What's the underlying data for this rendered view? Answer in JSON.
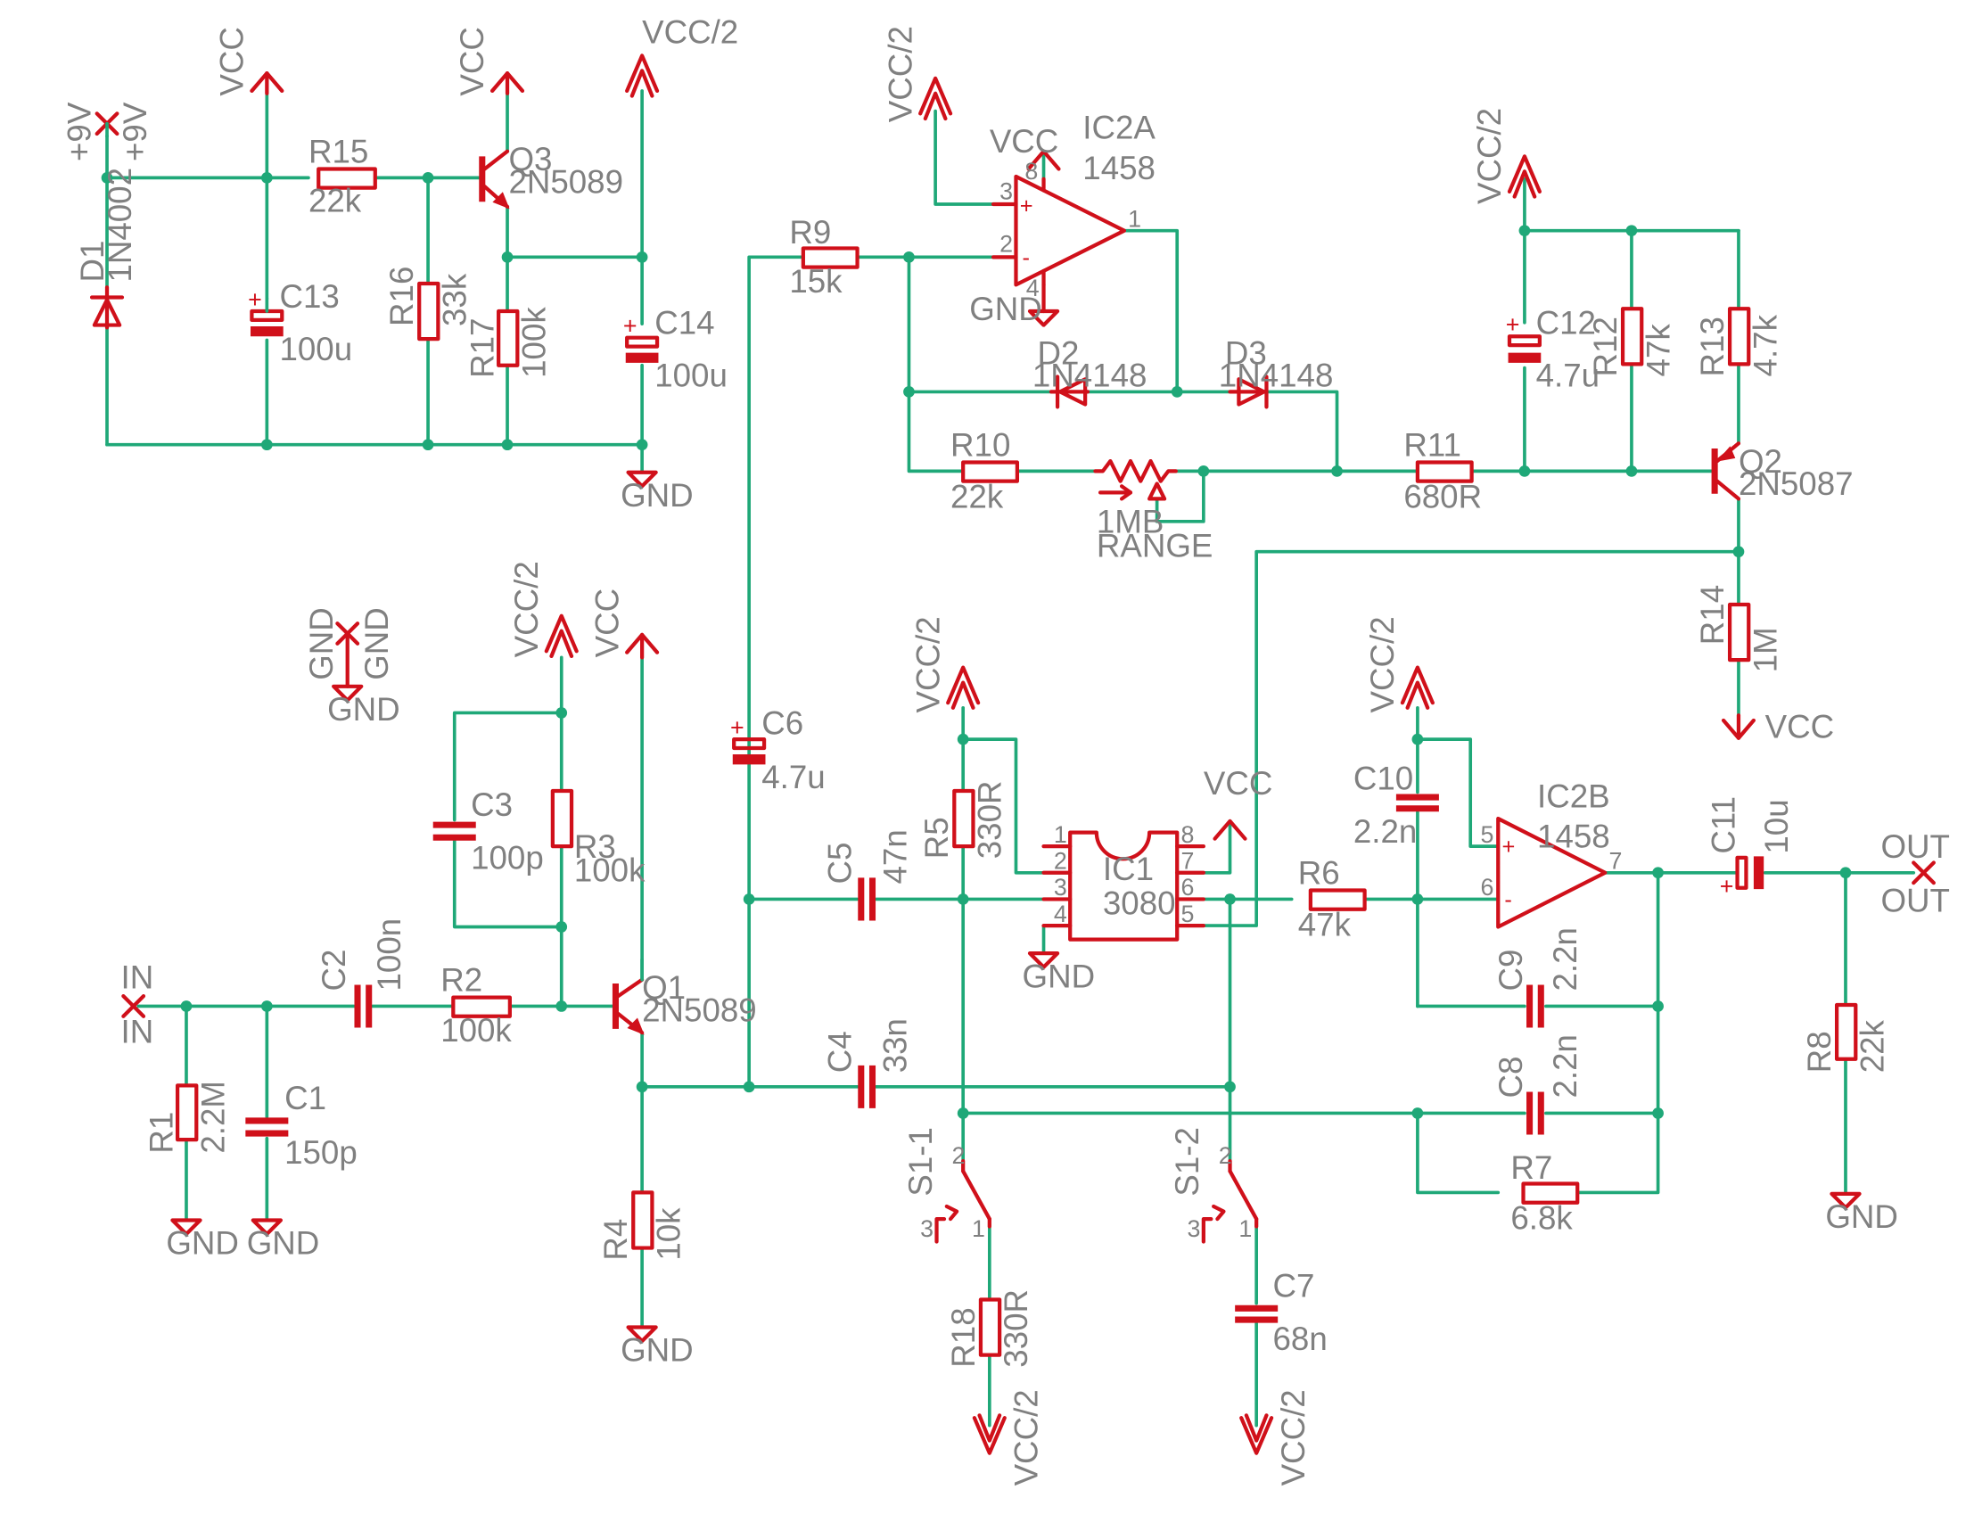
{
  "colors": {
    "wire": "#1fa878",
    "part": "#d0101a",
    "text": "#808080",
    "background": "#ffffff"
  },
  "power": {
    "vcc": "VCC",
    "vcc2": "VCC/2",
    "gnd": "GND",
    "p9v": "+9V"
  },
  "ports": {
    "in": "IN",
    "out": "OUT"
  },
  "parts": {
    "R1": {
      "name": "R1",
      "value": "2.2M"
    },
    "R2": {
      "name": "R2",
      "value": "100k"
    },
    "R3": {
      "name": "R3",
      "value": "100k"
    },
    "R4": {
      "name": "R4",
      "value": "10k"
    },
    "R5": {
      "name": "R5",
      "value": "330R"
    },
    "R6": {
      "name": "R6",
      "value": "47k"
    },
    "R7": {
      "name": "R7",
      "value": "6.8k"
    },
    "R8": {
      "name": "R8",
      "value": "22k"
    },
    "R9": {
      "name": "R9",
      "value": "15k"
    },
    "R10": {
      "name": "R10",
      "value": "22k"
    },
    "R11": {
      "name": "R11",
      "value": "680R"
    },
    "R12": {
      "name": "R12",
      "value": "47k"
    },
    "R13": {
      "name": "R13",
      "value": "4.7k"
    },
    "R14": {
      "name": "R14",
      "value": "1M"
    },
    "R15": {
      "name": "R15",
      "value": "22k"
    },
    "R16": {
      "name": "R16",
      "value": "33k"
    },
    "R17": {
      "name": "R17",
      "value": "100k"
    },
    "R18": {
      "name": "R18",
      "value": "330R"
    },
    "C1": {
      "name": "C1",
      "value": "150p"
    },
    "C2": {
      "name": "C2",
      "value": "100n"
    },
    "C3": {
      "name": "C3",
      "value": "100p"
    },
    "C4": {
      "name": "C4",
      "value": "33n"
    },
    "C5": {
      "name": "C5",
      "value": "47n"
    },
    "C6": {
      "name": "C6",
      "value": "4.7u"
    },
    "C7": {
      "name": "C7",
      "value": "68n"
    },
    "C8": {
      "name": "C8",
      "value": "2.2n"
    },
    "C9": {
      "name": "C9",
      "value": "2.2n"
    },
    "C10": {
      "name": "C10",
      "value": "2.2n"
    },
    "C11": {
      "name": "C11",
      "value": "10u"
    },
    "C12": {
      "name": "C12",
      "value": "4.7u"
    },
    "C13": {
      "name": "C13",
      "value": "100u"
    },
    "C14": {
      "name": "C14",
      "value": "100u"
    },
    "D1": {
      "name": "D1",
      "value": "1N4002"
    },
    "D2": {
      "name": "D2",
      "value": "1N4148"
    },
    "D3": {
      "name": "D3",
      "value": "1N4148"
    },
    "Q1": {
      "name": "Q1",
      "value": "2N5089"
    },
    "Q2": {
      "name": "Q2",
      "value": "2N5087"
    },
    "Q3": {
      "name": "Q3",
      "value": "2N5089"
    },
    "IC1": {
      "name": "IC1",
      "value": "3080"
    },
    "IC2A": {
      "name": "IC2A",
      "value": "1458"
    },
    "IC2B": {
      "name": "IC2B",
      "value": "1458"
    },
    "RANGE": {
      "name": "RANGE",
      "value": "1MB"
    },
    "S1_1": {
      "name": "S1-1"
    },
    "S1_2": {
      "name": "S1-2"
    }
  },
  "pins": {
    "p1": "1",
    "p2": "2",
    "p3": "3",
    "p4": "4",
    "p5": "5",
    "p6": "6",
    "p7": "7",
    "p8": "8",
    "plus": "+",
    "minus": "-"
  }
}
